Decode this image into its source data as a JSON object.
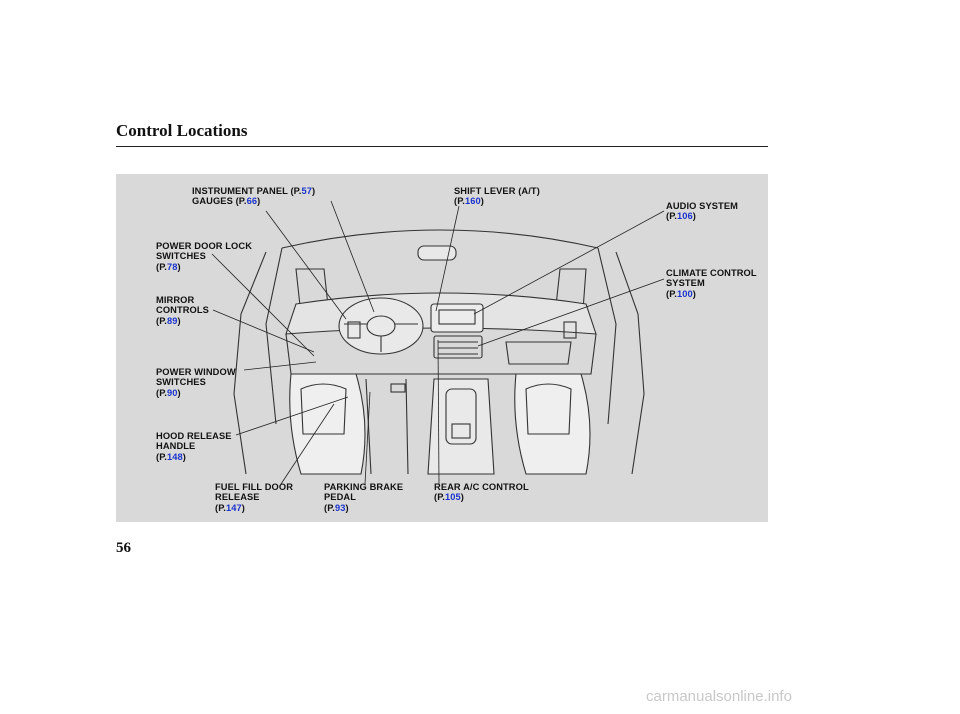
{
  "header": {
    "title": "Control Locations"
  },
  "callouts": {
    "instrument_panel": {
      "line1": "INSTRUMENT PANEL",
      "open": "(P.",
      "page": "57",
      "close": ")"
    },
    "gauges": {
      "line1": "GAUGES",
      "open": "(P.",
      "page": "66",
      "close": ")"
    },
    "shift_lever": {
      "line1": "SHIFT LEVER (A/T)",
      "open": "(P.",
      "page": "160",
      "close": ")"
    },
    "audio_system": {
      "line1": "AUDIO SYSTEM",
      "open": "(P.",
      "page": "106",
      "close": ")"
    },
    "climate_control": {
      "line1": "CLIMATE CONTROL",
      "line2": "SYSTEM",
      "open": "(P.",
      "page": "100",
      "close": ")"
    },
    "power_door_lock": {
      "line1": "POWER DOOR LOCK",
      "line2": "SWITCHES",
      "open": "(P.",
      "page": "78",
      "close": ")"
    },
    "mirror_controls": {
      "line1": "MIRROR",
      "line2": "CONTROLS",
      "open": "(P.",
      "page": "89",
      "close": ")"
    },
    "power_window": {
      "line1": "POWER WINDOW",
      "line2": "SWITCHES",
      "open": "(P.",
      "page": "90",
      "close": ")"
    },
    "hood_release": {
      "line1": "HOOD RELEASE",
      "line2": "HANDLE",
      "open": "(P.",
      "page": "148",
      "close": ")"
    },
    "fuel_fill": {
      "line1": "FUEL FILL DOOR",
      "line2": "RELEASE",
      "open": "(P.",
      "page": "147",
      "close": ")"
    },
    "parking_brake": {
      "line1": "PARKING BRAKE",
      "line2": "PEDAL",
      "open": "(P.",
      "page": "93",
      "close": ")"
    },
    "rear_ac": {
      "line1": "REAR A/C CONTROL",
      "open": "(P.",
      "page": "105",
      "close": ")"
    }
  },
  "footer": {
    "page_number": "56",
    "watermark": "carmanualsonline.info"
  },
  "colors": {
    "link": "#1a33cc",
    "figure_bg": "#d9d9d9"
  }
}
